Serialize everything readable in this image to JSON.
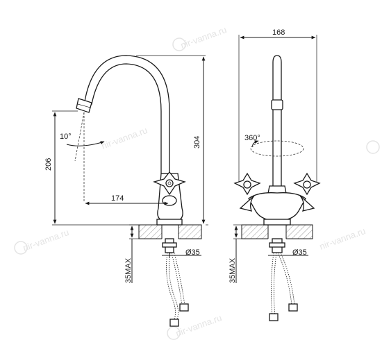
{
  "watermark": "nir-vanna.ru",
  "side_view": {
    "height_total": "304",
    "height_spout": "206",
    "reach": "174",
    "angle": "10°",
    "hole_diameter": "Ø35",
    "max_thickness": "35MAX"
  },
  "front_view": {
    "width": "168",
    "rotation": "360°",
    "hole_diameter": "Ø35",
    "max_thickness": "35MAX"
  }
}
